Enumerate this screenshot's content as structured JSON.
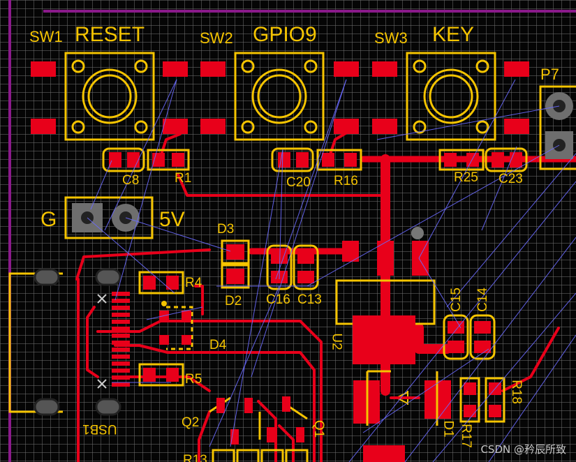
{
  "labels": {
    "sw1": "SW1",
    "reset": "RESET",
    "sw2": "SW2",
    "gpio9": "GPIO9",
    "sw3": "SW3",
    "key": "KEY",
    "p7": "P7",
    "c8": "C8",
    "r1": "R1",
    "c20": "C20",
    "r16": "R16",
    "r25": "R25",
    "c23": "C23",
    "g": "G",
    "v5": "5V",
    "d3": "D3",
    "d2": "D2",
    "c16": "C16",
    "c13": "C13",
    "r4": "R4",
    "d4": "D4",
    "r5": "R5",
    "usb1": "USB1",
    "u2": "U2",
    "c15": "C15",
    "c14": "C14",
    "r18": "R18",
    "r17": "R17",
    "d1": "D1",
    "q2": "Q2",
    "q1": "Q1",
    "r13": "R13"
  },
  "watermark": "CSDN @矜辰所致",
  "colors": {
    "copper": "#e8001a",
    "silkscreen": "#f5c400",
    "ratsnest": "#6a6aff",
    "board_edge": "#8a1a8a"
  }
}
